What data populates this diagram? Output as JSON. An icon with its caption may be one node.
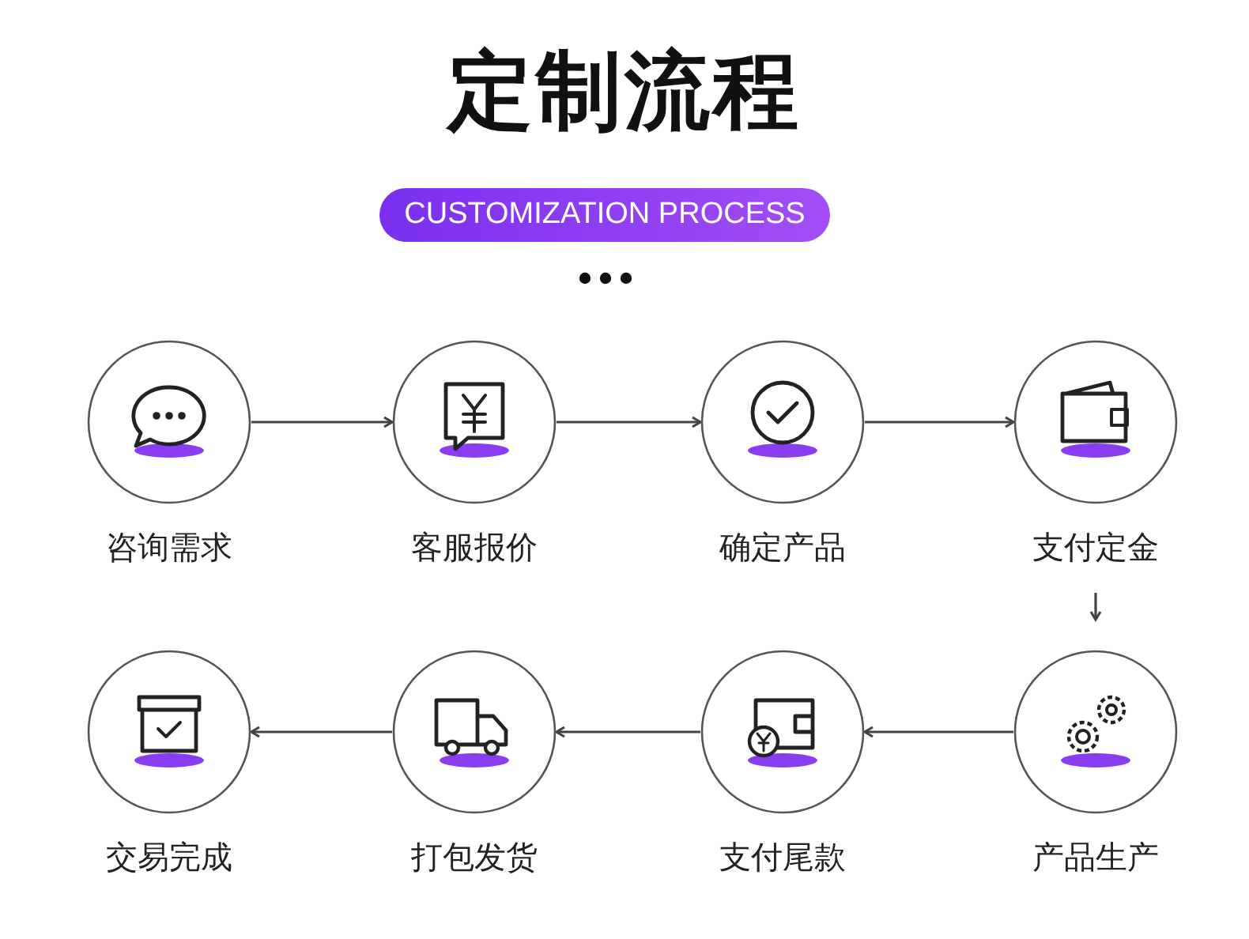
{
  "diagram": {
    "title": "定制流程",
    "nodes": [
      {
        "text": [
          "咨询需求"
        ]
      },
      {
        "text": [
          "客服报价"
        ]
      },
      {
        "text": [
          "确定产品"
        ]
      },
      {
        "text": [
          "支付定金"
        ]
      },
      {
        "text": [
          "交易完成"
        ]
      },
      {
        "text": [
          "打包发货"
        ]
      },
      {
        "text": [
          "支付尾款"
        ]
      },
      {
        "text": [
          "产品生产"
        ]
      }
    ],
    "edges": [
      {
        "from": 0,
        "to": 1,
        "arrow": "to"
      },
      {
        "from": 1,
        "to": 2,
        "arrow": "to"
      },
      {
        "from": 2,
        "to": 3,
        "arrow": "to"
      },
      {
        "from": 3,
        "to": 7,
        "arrow": "to"
      },
      {
        "from": 7,
        "to": 6,
        "arrow": "to"
      },
      {
        "from": 6,
        "to": 5,
        "arrow": "to"
      },
      {
        "from": 5,
        "to": 4,
        "arrow": "to"
      }
    ],
    "labels": [
      "CUSTOMIZATION PROCESS"
    ]
  }
}
